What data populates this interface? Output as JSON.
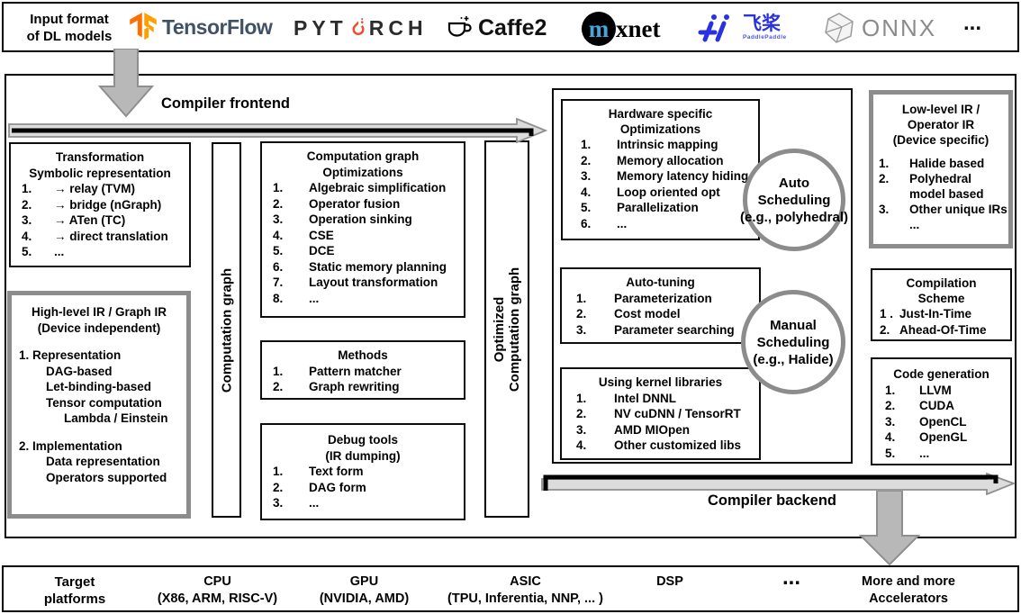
{
  "colors": {
    "tensorflow_orange": "#ff6f00",
    "tensorflow_text": "#3f5266",
    "pytorch_orange": "#ee4c2c",
    "paddle_blue": "#2932e1",
    "mxnet_blue": "#45a6dd",
    "onnx_gray": "#8b8b8b",
    "gray_border": "#8c8c8c",
    "arrow_fill": "#dcdcdc",
    "down_arrow_fill": "#b8b8b8"
  },
  "top": {
    "label1": "Input format",
    "label2": "of DL models",
    "tensorflow": "TensorFlow",
    "pytorch_left": "PYT",
    "pytorch_right": "RCH",
    "caffe2": "Caffe2",
    "mxnet_m": "m",
    "mxnet_rest": "xnet",
    "paddle_cn": "飞桨",
    "paddle_en": "PaddlePaddle",
    "onnx": "ONNX",
    "dots": "..."
  },
  "frontend_title": "Compiler frontend",
  "backend_title": "Compiler backend",
  "comp_graph_bar": "Computation graph",
  "opt_graph_bar1": "Optimized",
  "opt_graph_bar2": "Computation graph",
  "transformation": {
    "t1": "Transformation",
    "t2": "Symbolic representation",
    "items": [
      {
        "n": "1.",
        "t": "→ relay (TVM)"
      },
      {
        "n": "2.",
        "t": "→ bridge (nGraph)"
      },
      {
        "n": "3.",
        "t": "→ ATen (TC)"
      },
      {
        "n": "4.",
        "t": "→ direct translation"
      },
      {
        "n": "5.",
        "t": "..."
      }
    ]
  },
  "hlir": {
    "t1": "High-level IR / Graph IR",
    "t2": "(Device independent)",
    "l1": "1.  Representation",
    "l2": "DAG-based",
    "l3": "Let-binding-based",
    "l4": "Tensor computation",
    "l5": "Lambda / Einstein",
    "l6": "2. Implementation",
    "l7": "Data representation",
    "l8": "Operators supported"
  },
  "graph_opt": {
    "t1": "Computation graph",
    "t2": "Optimizations",
    "items": [
      {
        "n": "1.",
        "t": "Algebraic simplification"
      },
      {
        "n": "2.",
        "t": "Operator fusion"
      },
      {
        "n": "3.",
        "t": "Operation sinking"
      },
      {
        "n": "4.",
        "t": "CSE"
      },
      {
        "n": "5.",
        "t": "DCE"
      },
      {
        "n": "6.",
        "t": "Static memory planning"
      },
      {
        "n": "7.",
        "t": "Layout transformation"
      },
      {
        "n": "8.",
        "t": "..."
      }
    ]
  },
  "methods": {
    "t1": "Methods",
    "items": [
      {
        "n": "1.",
        "t": "Pattern matcher"
      },
      {
        "n": "2.",
        "t": "Graph rewriting"
      }
    ]
  },
  "debug": {
    "t1": "Debug tools",
    "t2": "(IR dumping)",
    "items": [
      {
        "n": "1.",
        "t": "Text form"
      },
      {
        "n": "2.",
        "t": "DAG form"
      },
      {
        "n": "3.",
        "t": "..."
      }
    ]
  },
  "hw_opt": {
    "t1": "Hardware specific",
    "t2": "Optimizations",
    "items": [
      {
        "n": "1.",
        "t": "Intrinsic mapping"
      },
      {
        "n": "2.",
        "t": "Memory allocation"
      },
      {
        "n": "3.",
        "t": "Memory latency hiding"
      },
      {
        "n": "4.",
        "t": "Loop oriented opt"
      },
      {
        "n": "5.",
        "t": "Parallelization"
      },
      {
        "n": "6.",
        "t": "..."
      }
    ]
  },
  "auto_sched": {
    "l1": "Auto",
    "l2": "Scheduling",
    "l3": "(e.g., polyhedral)"
  },
  "auto_tuning": {
    "t1": "Auto-tuning",
    "items": [
      {
        "n": "1.",
        "t": "Parameterization"
      },
      {
        "n": "2.",
        "t": "Cost model"
      },
      {
        "n": "3.",
        "t": "Parameter searching"
      }
    ]
  },
  "manual_sched": {
    "l1": "Manual",
    "l2": "Scheduling",
    "l3": "(e.g., Halide)"
  },
  "kernel_libs": {
    "t1": "Using kernel libraries",
    "items": [
      {
        "n": "1.",
        "t": "Intel DNNL"
      },
      {
        "n": "2.",
        "t": "NV cuDNN / TensorRT"
      },
      {
        "n": "3.",
        "t": "AMD MIOpen"
      },
      {
        "n": "4.",
        "t": "Other customized libs"
      }
    ]
  },
  "llir": {
    "t1": "Low-level IR /",
    "t2": "Operator IR",
    "t3": "(Device specific)",
    "items": [
      {
        "n": "1.",
        "t": "Halide based"
      },
      {
        "n": "2.",
        "t": "Polyhedral model based"
      },
      {
        "n": "3.",
        "t": "Other unique IRs ..."
      }
    ]
  },
  "comp_scheme": {
    "t1": "Compilation",
    "t2": "Scheme",
    "items": [
      {
        "n": "1 .",
        "t": "Just-In-Time"
      },
      {
        "n": "2.",
        "t": "Ahead-Of-Time"
      }
    ]
  },
  "codegen": {
    "t1": "Code generation",
    "items": [
      {
        "n": "1.",
        "t": "LLVM"
      },
      {
        "n": "2.",
        "t": "CUDA"
      },
      {
        "n": "3.",
        "t": "OpenCL"
      },
      {
        "n": "4.",
        "t": "OpenGL"
      },
      {
        "n": "5.",
        "t": "..."
      }
    ]
  },
  "bottom": {
    "label1": "Target",
    "label2": "platforms",
    "cpu": "CPU",
    "cpu_sub": "(X86, ARM, RISC-V)",
    "gpu": "GPU",
    "gpu_sub": "(NVIDIA, AMD)",
    "asic": "ASIC",
    "asic_sub": "(TPU, Inferentia, NNP, ... )",
    "dsp": "DSP",
    "dots": "...",
    "more1": "More and more",
    "more2": "Accelerators"
  }
}
